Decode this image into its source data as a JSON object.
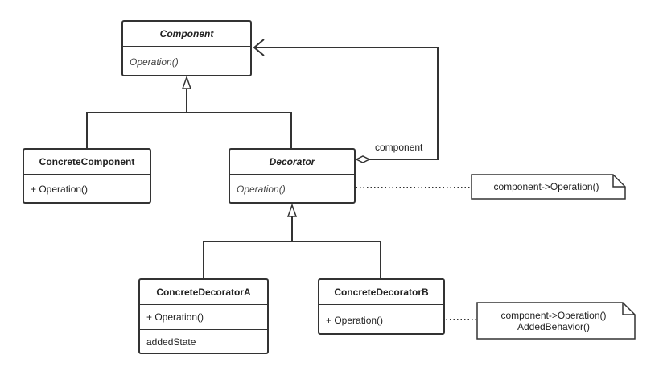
{
  "classes": {
    "component": {
      "name": "Component",
      "operation": "Operation()"
    },
    "concrete_component": {
      "name": "ConcreteComponent",
      "operation": "+ Operation()"
    },
    "decorator": {
      "name": "Decorator",
      "operation": "Operation()"
    },
    "concrete_decorator_a": {
      "name": "ConcreteDecoratorA",
      "operation": "+ Operation()",
      "state": "addedState"
    },
    "concrete_decorator_b": {
      "name": "ConcreteDecoratorB",
      "operation": "+ Operation()"
    }
  },
  "association_label": "component",
  "notes": {
    "decorator_note": "component->Operation()",
    "decorator_b_note_line1": "component->Operation()",
    "decorator_b_note_line2": "AddedBehavior()"
  },
  "colors": {
    "line": "#333333",
    "box_border": "#333333",
    "background": "#ffffff"
  }
}
